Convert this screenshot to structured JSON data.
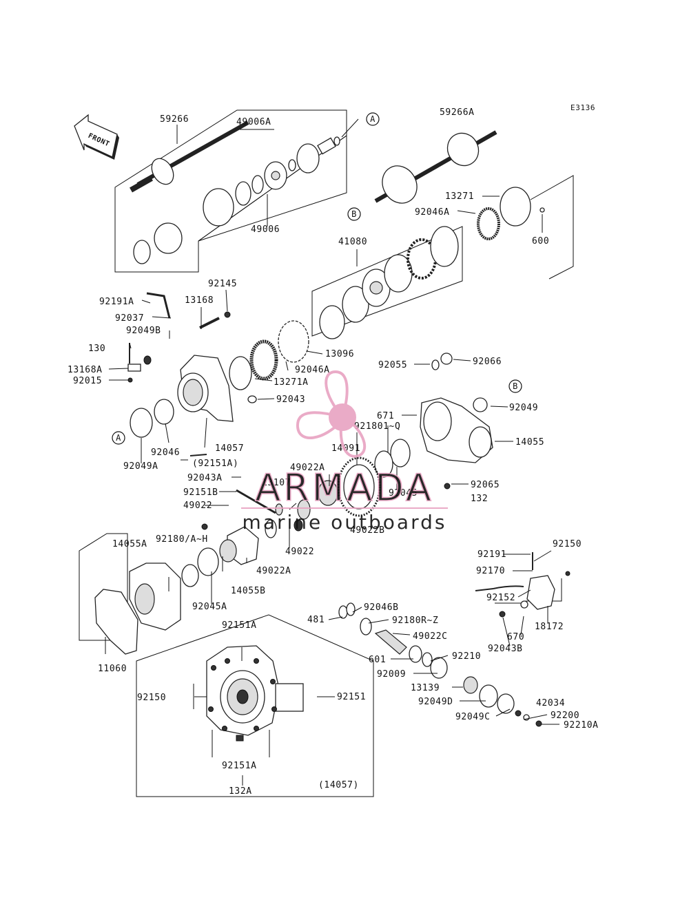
{
  "diagram_code": "E3136",
  "front_label": "FRONT",
  "labels": [
    "59266",
    "49006A",
    "59266A",
    "49006",
    "13271",
    "92046A",
    "600",
    "41080",
    "92145",
    "92191A",
    "13168",
    "92037",
    "92049B",
    "130",
    "13168A",
    "92015",
    "13096",
    "92046A",
    "13271A",
    "92055",
    "92066",
    "92043",
    "92049",
    "671",
    "14057",
    "92046",
    "(92151A)",
    "92049A",
    "92043A",
    "13107",
    "92151B",
    "49022",
    "49022A",
    "14091",
    "921801~Q",
    "14055",
    "92045",
    "92065",
    "132",
    "49022B",
    "49022",
    "92180/A~H",
    "14055A",
    "49022A",
    "14055B",
    "92045A",
    "92191",
    "92150",
    "92170",
    "92152",
    "18172",
    "670",
    "92043B",
    "481",
    "92046B",
    "92180R~Z",
    "49022C",
    "601",
    "92210",
    "92009",
    "13139",
    "92049D",
    "92049C",
    "42034",
    "92200",
    "92210A",
    "92151A",
    "92150",
    "92151",
    "92151A",
    "132A",
    "(14057)",
    "11060"
  ],
  "callouts": [
    "A",
    "B",
    "B",
    "A"
  ],
  "watermark": {
    "brand": "ARMADA",
    "tagline": "marine outboards",
    "color": "#e8a3c1"
  }
}
